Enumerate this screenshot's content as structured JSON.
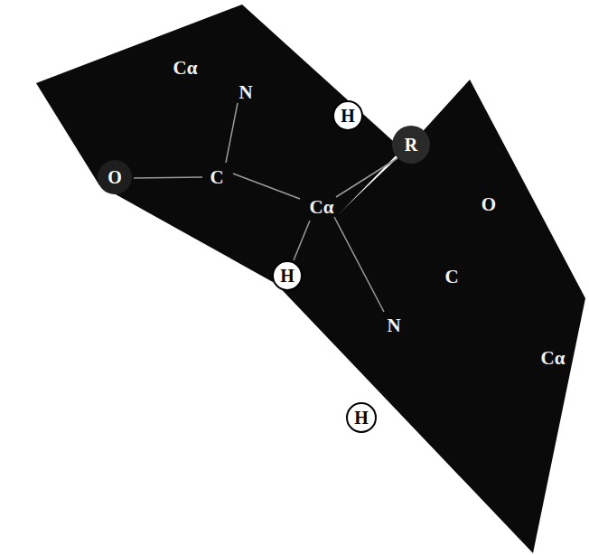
{
  "diagram": {
    "nodes": [
      {
        "text": [
          "H"
        ]
      },
      {
        "text": [
          "R"
        ]
      },
      {
        "text": [
          "O"
        ]
      },
      {
        "text": [
          "H"
        ]
      },
      {
        "text": [
          "H"
        ]
      }
    ],
    "labels": [
      "Cα",
      "N",
      "C",
      "O",
      "Cα",
      "C",
      "N",
      "Cα"
    ]
  }
}
